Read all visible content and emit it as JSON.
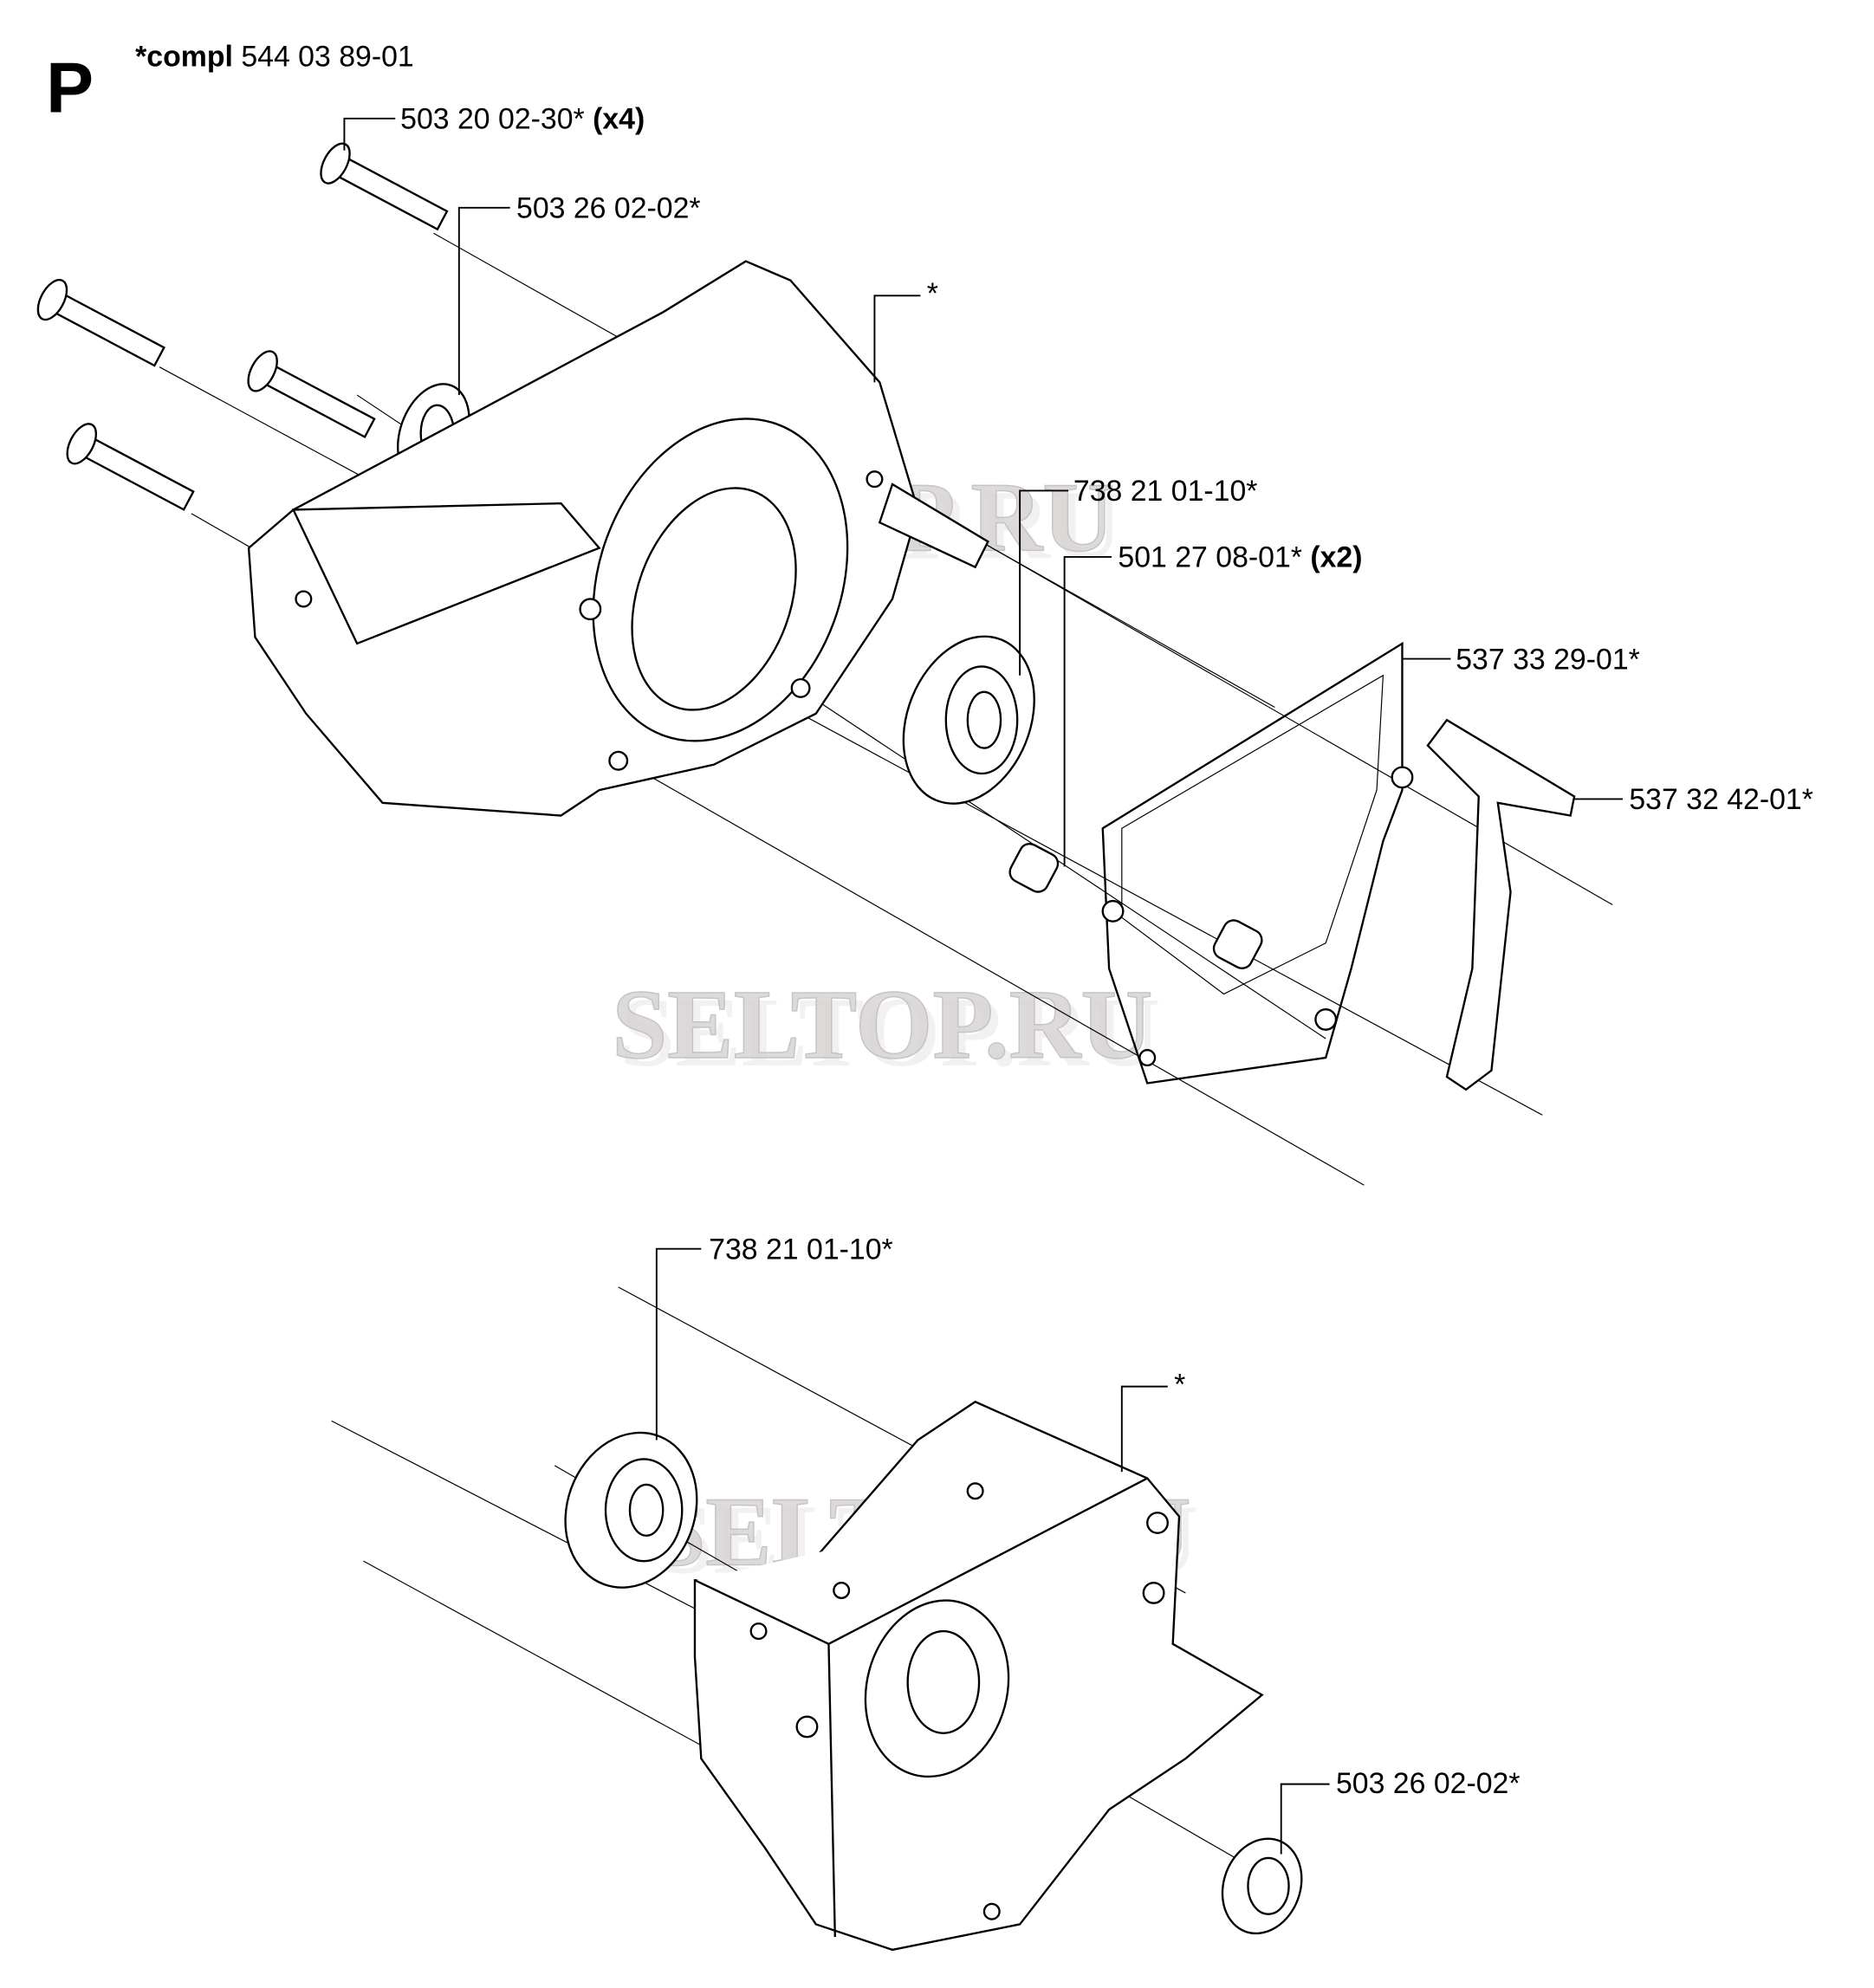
{
  "header": {
    "section_letter": "P",
    "compl_prefix": "*compl",
    "compl_number": "544 03 89-01"
  },
  "labels": [
    {
      "part": "503 20 02-30*",
      "qty": "(x4)"
    },
    {
      "part": "503 26 02-02*",
      "qty": ""
    },
    {
      "part": "*",
      "qty": ""
    },
    {
      "part": "738 21 01-10*",
      "qty": ""
    },
    {
      "part": "501 27 08-01*",
      "qty": "(x2)"
    },
    {
      "part": "537 33 29-01*",
      "qty": ""
    },
    {
      "part": "537 32 42-01*",
      "qty": ""
    },
    {
      "part": "738 21 01-10*",
      "qty": ""
    },
    {
      "part": "*",
      "qty": ""
    },
    {
      "part": "503 26 02-02*",
      "qty": ""
    }
  ],
  "watermark": "SELTOP.RU"
}
